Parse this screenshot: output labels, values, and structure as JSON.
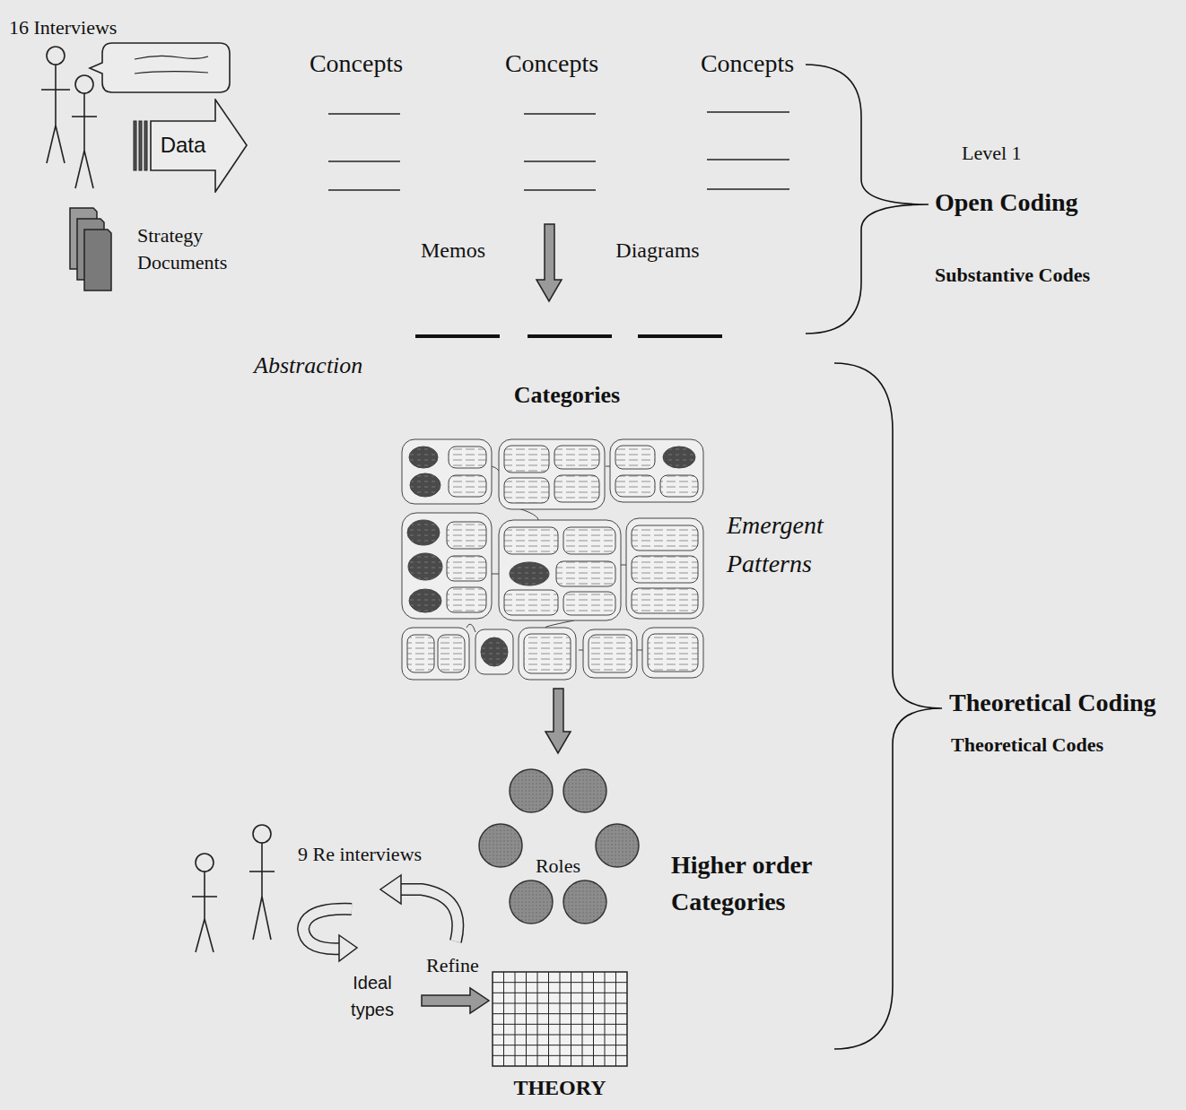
{
  "diagram": {
    "nodes": [
      {
        "text": [
          "Data"
        ]
      },
      {
        "text": [
          "THEORY"
        ]
      }
    ],
    "labels": [
      "16 Interviews",
      "Strategy Documents",
      "Concepts",
      "Concepts",
      "Concepts",
      "Memos",
      "Diagrams",
      "Abstraction",
      "Categories",
      "Emergent Patterns",
      "9 Re interviews",
      "Roles",
      "Higher order Categories",
      "Ideal types",
      "Refine",
      "Level 1",
      "Open Coding",
      "Substantive Codes",
      "Theoretical Coding",
      "Theoretical Codes"
    ]
  }
}
